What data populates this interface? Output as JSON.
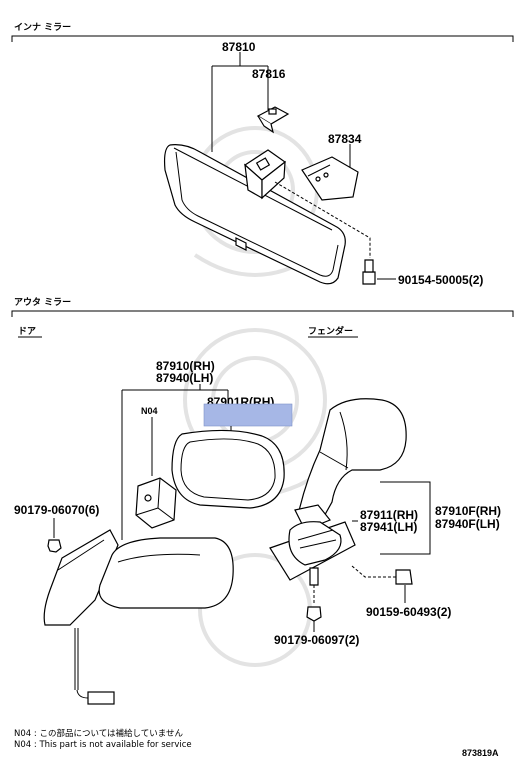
{
  "sections": {
    "inner": "インナ ミラー",
    "outer": "アウタ ミラー",
    "door": "ドア",
    "fender": "フェンダー"
  },
  "parts": {
    "p87810": "87810",
    "p87816": "87816",
    "p87834": "87834",
    "p90154": "90154-50005(2)",
    "p87910": "87910(RH)",
    "p87940": "87940(LH)",
    "pN04": "N04",
    "p87901": "87901R(RH)",
    "p90179a": "90179-06070(6)",
    "p87911": "87911(RH)",
    "p87941": "87941(LH)",
    "p87910F": "87910F(RH)",
    "p87940F": "87940F(LH)",
    "p90159": "90159-60493(2)",
    "p90179b": "90179-06097(2)"
  },
  "notes": {
    "jp": "N04 : この部品については補給していません",
    "en": "N04 : This part is not available for service"
  },
  "diagram_id": "873819A",
  "colors": {
    "redaction": "#a6b7e6",
    "watermark": "#e3e3e3"
  }
}
